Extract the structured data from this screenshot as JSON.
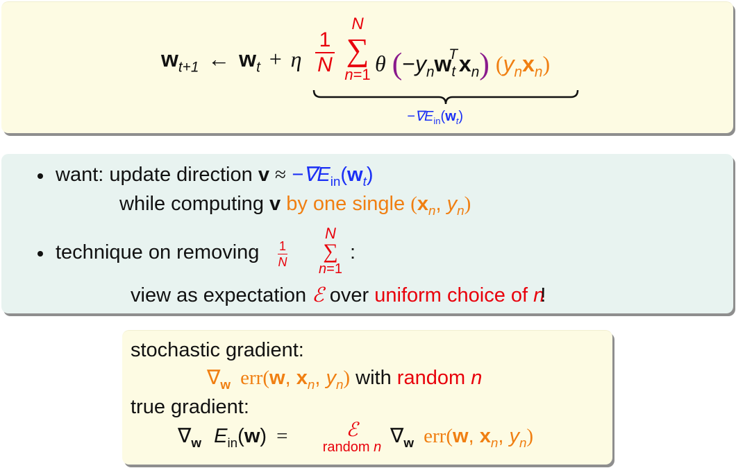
{
  "top_box": {
    "formula_lhs": "w",
    "formula_lhs_sub": "t+1",
    "arrow": "←",
    "w_t": "w",
    "w_t_sub": "t",
    "plus": "+",
    "eta": "η",
    "frac_num": "1",
    "frac_den": "N",
    "sum_top": "N",
    "sum_symbol": "∑",
    "sum_bottom": "n=1",
    "theta": "θ",
    "underbrace_label": "−∇E",
    "underbrace_label_sub": "in",
    "underbrace_label_arg": "w",
    "underbrace_label_arg_sub": "t"
  },
  "middle_box": {
    "bullet1_prefix": "want: update direction",
    "bullet1_v": "v",
    "bullet1_approx": "≈",
    "bullet1_grad": "−∇E",
    "bullet1_grad_sub": "in",
    "bullet1_grad_arg": "w",
    "bullet1_grad_arg_sub": "t",
    "bullet1_line2_prefix": "while computing",
    "bullet1_line2_v": "v",
    "bullet1_line2_orange": "by one single",
    "bullet2_prefix": "technique on removing",
    "bullet2_colon": ":",
    "frac_num": "1",
    "frac_den": "N",
    "sum_top": "N",
    "sum_symbol": "∑",
    "sum_bottom": "n=1",
    "bullet2_line2_prefix": "view as expectation",
    "bullet2_line2_script_e": "ℰ",
    "bullet2_line2_over": "over",
    "bullet2_line2_red": "uniform choice of",
    "bullet2_line2_n": "n",
    "bullet2_line2_end": "!"
  },
  "bottom_box": {
    "stochastic_label": "stochastic gradient:",
    "stochastic_grad": "∇",
    "stochastic_grad_sub": "w",
    "stochastic_err": "err",
    "stochastic_with": "with",
    "stochastic_random": "random",
    "stochastic_n": "n",
    "true_label": "true gradient:",
    "true_grad": "∇",
    "true_grad_sub": "w",
    "true_E": "E",
    "true_E_sub": "in",
    "true_equals": "=",
    "true_script_e": "ℰ",
    "true_random": "random",
    "true_random_n": "n",
    "true_grad2": "∇",
    "true_grad2_sub": "w",
    "true_err": "err"
  },
  "colors": {
    "yellow_box": "#fdfbe3",
    "teal_box": "#e8f3f0",
    "red": "#e8000b",
    "orange": "#f07f12",
    "blue": "#1a2ff5",
    "purple": "#8a1a8c"
  }
}
